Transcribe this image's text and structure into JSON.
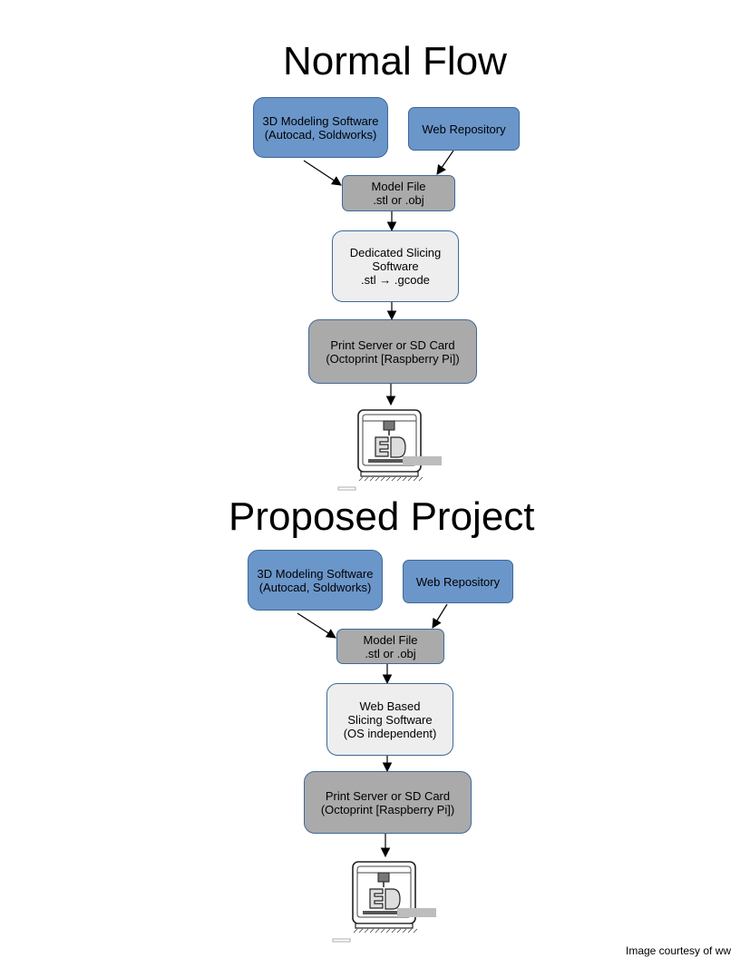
{
  "sections": [
    {
      "title": "Normal Flow",
      "modeling": [
        "3D Modeling Software",
        "(Autocad, Soldworks)"
      ],
      "repository": [
        "Web Repository"
      ],
      "model_file": [
        "Model File",
        ".stl or .obj"
      ],
      "slicer": [
        "Dedicated Slicing",
        "Software",
        ".stl → .gcode"
      ],
      "print_server": [
        "Print Server or SD Card",
        "(Octoprint [Raspberry Pi])"
      ],
      "printer_icon": "3d-printer-icon"
    },
    {
      "title": "Proposed Project",
      "modeling": [
        "3D Modeling Software",
        "(Autocad, Soldworks)"
      ],
      "repository": [
        "Web Repository"
      ],
      "model_file": [
        "Model File",
        ".stl or .obj"
      ],
      "slicer": [
        "Web Based",
        "Slicing Software",
        "(OS independent)"
      ],
      "print_server": [
        "Print Server or SD Card",
        "(Octoprint [Raspberry Pi])"
      ],
      "printer_icon": "3d-printer-icon"
    }
  ],
  "credit": "Image courtesy of ww",
  "colors": {
    "blue_box": "#6b96ca",
    "gray_box": "#aaaaaa",
    "light_box": "#eeeeee",
    "border": "#3f6898"
  }
}
